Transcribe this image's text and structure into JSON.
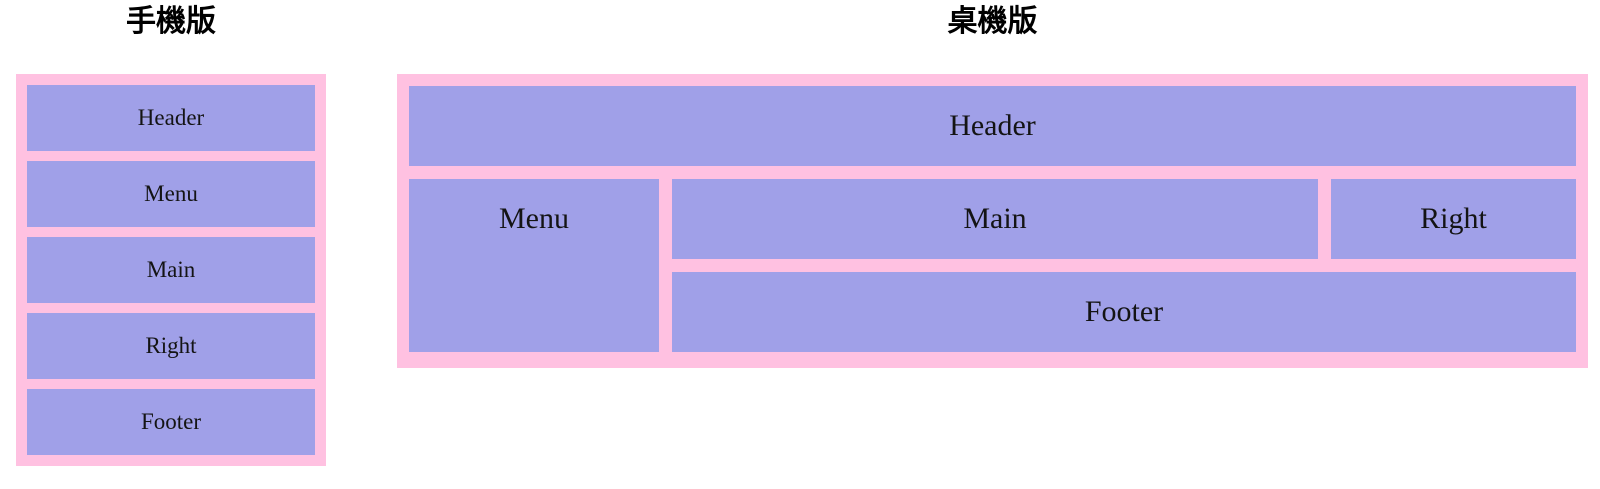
{
  "colors": {
    "page-bg": "#ffffff",
    "frame-pink": "#ffc1e1",
    "box-purple": "#a0a0e8",
    "label": "#141414",
    "title": "#000000"
  },
  "mobile": {
    "title": "手機版",
    "boxes": [
      {
        "label": "Header"
      },
      {
        "label": "Menu"
      },
      {
        "label": "Main"
      },
      {
        "label": "Right"
      },
      {
        "label": "Footer"
      }
    ]
  },
  "desktop": {
    "title": "桌機版",
    "boxes": {
      "header": {
        "label": "Header"
      },
      "menu": {
        "label": "Menu"
      },
      "main": {
        "label": "Main"
      },
      "right": {
        "label": "Right"
      },
      "footer": {
        "label": "Footer"
      }
    }
  }
}
